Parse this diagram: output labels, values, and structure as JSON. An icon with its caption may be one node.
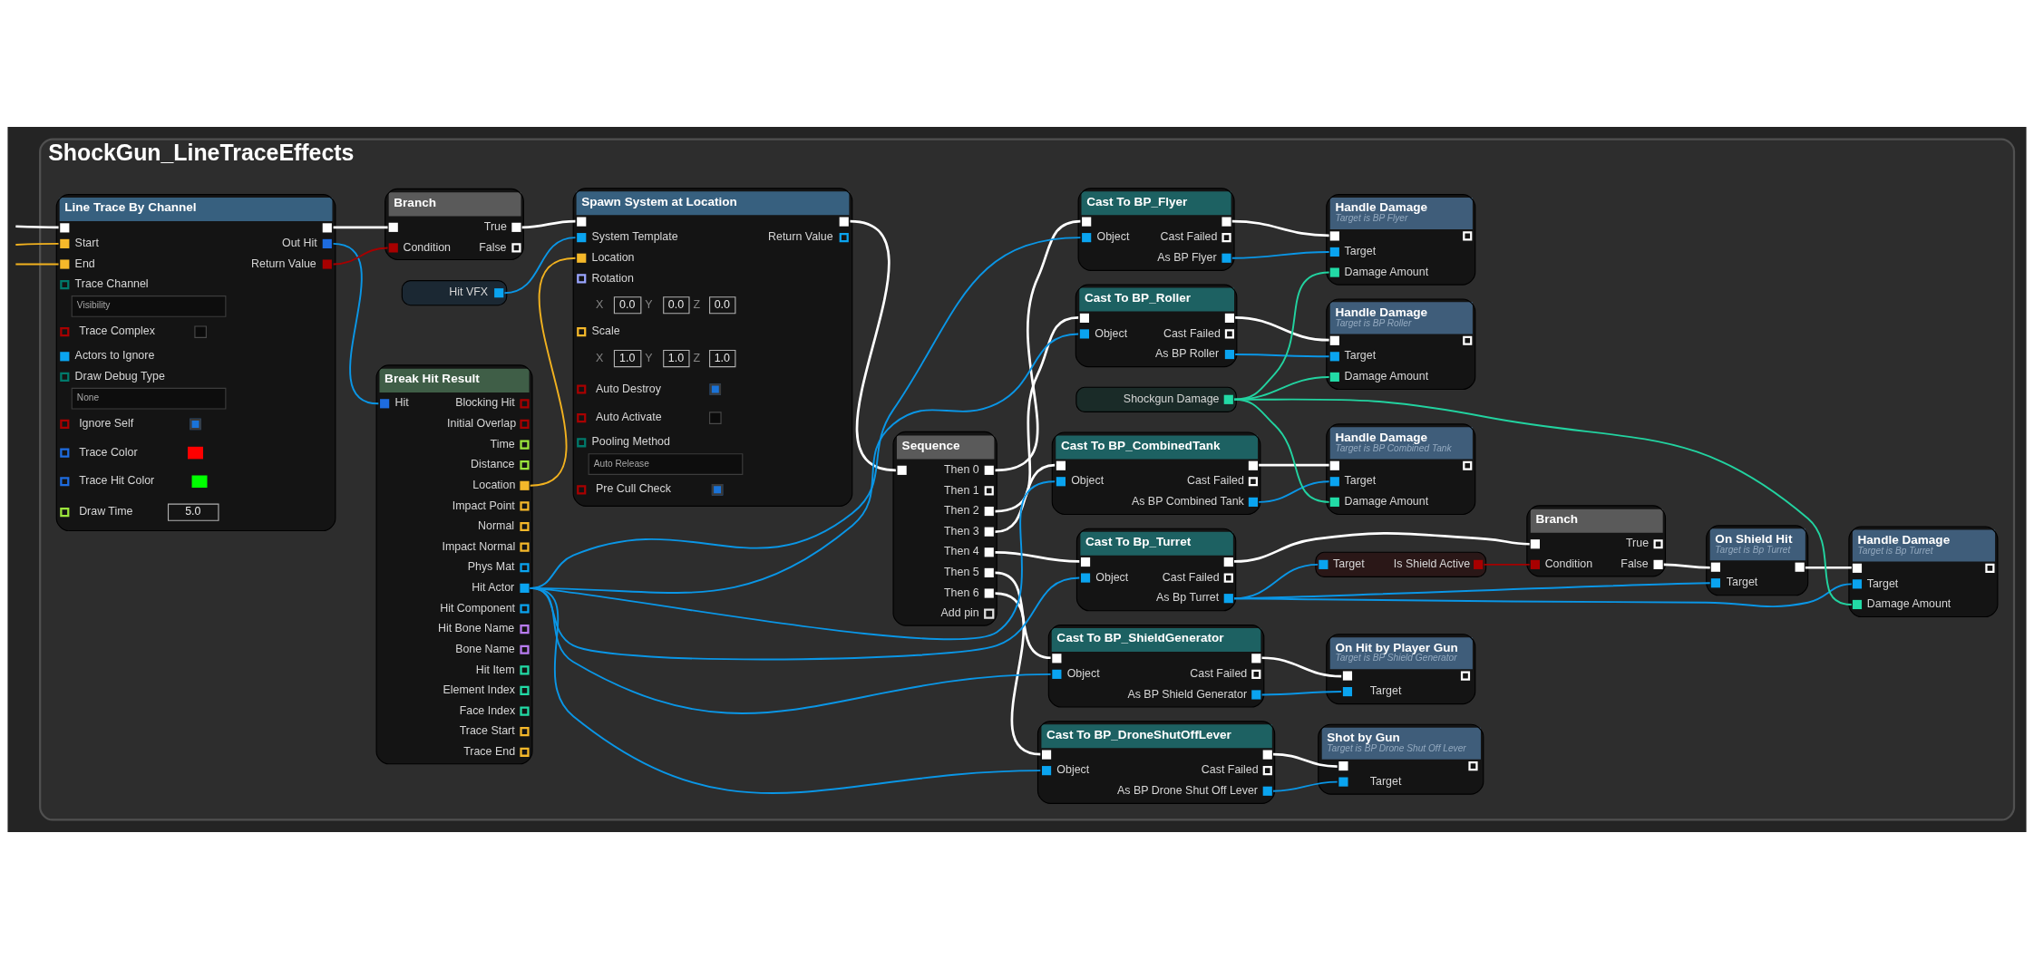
{
  "diagram": {
    "nodes": [
      {
        "text": [
          "ShockGun_LineTraceEffects"
        ]
      },
      {
        "text": [
          "Line Trace By Channel",
          "Start",
          "Out Hit",
          "End",
          "Return Value",
          "Trace Channel",
          "Visibility",
          "Trace Complex",
          "Actors to Ignore",
          "Draw Debug Type",
          "None",
          "Ignore Self",
          "Trace Color",
          "Trace Hit Color",
          "Draw Time",
          "5.0"
        ],
        "in": 0
      },
      {
        "text": [
          "Hit VFX"
        ],
        "in": 0
      },
      {
        "text": [
          "Branch",
          "True",
          "Condition",
          "False"
        ],
        "in": 0
      },
      {
        "text": [
          "Break Hit Result",
          "Hit",
          "Blocking Hit",
          "Initial Overlap",
          "Time",
          "Distance",
          "Location",
          "Impact Point",
          "Normal",
          "Impact Normal",
          "Phys Mat",
          "Hit Actor",
          "Hit Component",
          "Hit Bone Name",
          "Bone Name",
          "Hit Item",
          "Element Index",
          "Face Index",
          "Trace Start",
          "Trace End"
        ],
        "in": 0
      },
      {
        "text": [
          "Spawn System at Location",
          "System Template",
          "Return Value",
          "Location",
          "Rotation",
          "X",
          "0.0",
          "Y",
          "0.0",
          "Z",
          "0.0",
          "Scale",
          "X",
          "1.0",
          "Y",
          "1.0",
          "Z",
          "1.0",
          "Auto Destroy",
          "Auto Activate",
          "Pooling Method",
          "Auto Release",
          "Pre Cull Check"
        ],
        "in": 0
      },
      {
        "text": [
          "Shockgun Damage"
        ],
        "in": 0
      },
      {
        "text": [
          "Sequence",
          "Then 0",
          "Then 1",
          "Then 2",
          "Then 3",
          "Then 4",
          "Then 5",
          "Then 6",
          "Add pin"
        ],
        "in": 0
      },
      {
        "text": [
          "Cast To BP_Flyer",
          "Object",
          "Cast Failed",
          "As BP Flyer"
        ],
        "in": 0
      },
      {
        "text": [
          "Handle Damage",
          "Target is BP Flyer",
          "Target",
          "Damage Amount"
        ],
        "in": 0
      },
      {
        "text": [
          "Cast To BP_Roller",
          "Object",
          "Cast Failed",
          "As BP Roller"
        ],
        "in": 0
      },
      {
        "text": [
          "Handle Damage",
          "Target is BP Roller",
          "Target",
          "Damage Amount"
        ],
        "in": 0
      },
      {
        "text": [
          "Cast To BP_CombinedTank",
          "Object",
          "Cast Failed",
          "As BP Combined Tank"
        ],
        "in": 0
      },
      {
        "text": [
          "Handle Damage",
          "Target is BP Combined Tank",
          "Target",
          "Damage Amount"
        ],
        "in": 0
      },
      {
        "text": [
          "Cast To Bp_Turret",
          "Object",
          "Cast Failed",
          "As Bp Turret"
        ],
        "in": 0
      },
      {
        "text": [
          "Target",
          "Is Shield Active"
        ],
        "in": 0
      },
      {
        "text": [
          "Branch",
          "True",
          "Condition",
          "False"
        ],
        "in": 0
      },
      {
        "text": [
          "On Shield Hit",
          "Target is Bp Turret",
          "Target"
        ],
        "in": 0
      },
      {
        "text": [
          "Handle Damage",
          "Target is Bp Turret",
          "Target",
          "Damage Amount"
        ],
        "in": 0
      },
      {
        "text": [
          "Cast To BP_ShieldGenerator",
          "Object",
          "Cast Failed",
          "As BP Shield Generator"
        ],
        "in": 0
      },
      {
        "text": [
          "On Hit by Player Gun",
          "Target is BP Shield Generator",
          "Target"
        ],
        "in": 0
      },
      {
        "text": [
          "Cast To BP_DroneShutOffLever",
          "Object",
          "Cast Failed",
          "As BP Drone Shut Off Lever"
        ],
        "in": 0
      },
      {
        "text": [
          "Shot by Gun",
          "Target is BP Drone Shut Off Lever",
          "Target"
        ],
        "in": 0
      }
    ],
    "edges": [
      {
        "from": null,
        "to": 1,
        "arrow": "none"
      },
      {
        "from": null,
        "to": 1,
        "arrow": "none",
        "color": "#f2b21f"
      },
      {
        "from": null,
        "to": 1,
        "arrow": "none",
        "color": "#f2b21f"
      },
      {
        "from": 1,
        "to": 3,
        "arrow": "none"
      },
      {
        "from": 1,
        "to": 3,
        "arrow": "none",
        "color": "#a50000"
      },
      {
        "from": 1,
        "to": 4,
        "arrow": "none",
        "color": "#0a96e6"
      },
      {
        "from": 2,
        "to": 5,
        "arrow": "none",
        "color": "#0a96e6"
      },
      {
        "from": 3,
        "to": 5,
        "arrow": "none"
      },
      {
        "from": 4,
        "to": 5,
        "arrow": "none",
        "color": "#f2b21f"
      },
      {
        "from": 5,
        "to": 7,
        "arrow": "none"
      },
      {
        "from": 7,
        "to": 8,
        "arrow": "none"
      },
      {
        "from": 4,
        "to": 8,
        "arrow": "none",
        "color": "#0a96e6"
      },
      {
        "from": 8,
        "to": 9,
        "arrow": "none"
      },
      {
        "from": 8,
        "to": 9,
        "arrow": "none",
        "color": "#0a96e6"
      },
      {
        "from": 6,
        "to": 9,
        "arrow": "none",
        "color": "#22d3a0"
      },
      {
        "from": 7,
        "to": 10,
        "arrow": "none"
      },
      {
        "from": 4,
        "to": 10,
        "arrow": "none",
        "color": "#0a96e6"
      },
      {
        "from": 10,
        "to": 11,
        "arrow": "none"
      },
      {
        "from": 10,
        "to": 11,
        "arrow": "none",
        "color": "#0a96e6"
      },
      {
        "from": 6,
        "to": 11,
        "arrow": "none",
        "color": "#22d3a0"
      },
      {
        "from": 7,
        "to": 12,
        "arrow": "none"
      },
      {
        "from": 4,
        "to": 12,
        "arrow": "none",
        "color": "#0a96e6"
      },
      {
        "from": 12,
        "to": 13,
        "arrow": "none"
      },
      {
        "from": 12,
        "to": 13,
        "arrow": "none",
        "color": "#0a96e6"
      },
      {
        "from": 6,
        "to": 13,
        "arrow": "none",
        "color": "#22d3a0"
      },
      {
        "from": 7,
        "to": 14,
        "arrow": "none"
      },
      {
        "from": 4,
        "to": 14,
        "arrow": "none",
        "color": "#0a96e6"
      },
      {
        "from": 14,
        "to": 16,
        "arrow": "none"
      },
      {
        "from": 14,
        "to": 15,
        "arrow": "none",
        "color": "#0a96e6"
      },
      {
        "from": 15,
        "to": 16,
        "arrow": "none",
        "color": "#a50000"
      },
      {
        "from": 16,
        "to": 17,
        "arrow": "none"
      },
      {
        "from": 14,
        "to": 17,
        "arrow": "none",
        "color": "#0a96e6"
      },
      {
        "from": 17,
        "to": 18,
        "arrow": "none"
      },
      {
        "from": 14,
        "to": 18,
        "arrow": "none",
        "color": "#0a96e6"
      },
      {
        "from": 6,
        "to": 18,
        "arrow": "none",
        "color": "#22d3a0"
      },
      {
        "from": 7,
        "to": 19,
        "arrow": "none"
      },
      {
        "from": 4,
        "to": 19,
        "arrow": "none",
        "color": "#0a96e6"
      },
      {
        "from": 19,
        "to": 20,
        "arrow": "none"
      },
      {
        "from": 19,
        "to": 20,
        "arrow": "none",
        "color": "#0a96e6"
      },
      {
        "from": 7,
        "to": 21,
        "arrow": "none"
      },
      {
        "from": 4,
        "to": 21,
        "arrow": "none",
        "color": "#0a96e6"
      },
      {
        "from": 21,
        "to": 22,
        "arrow": "none"
      },
      {
        "from": 21,
        "to": 22,
        "arrow": "none",
        "color": "#0a96e6"
      }
    ]
  }
}
